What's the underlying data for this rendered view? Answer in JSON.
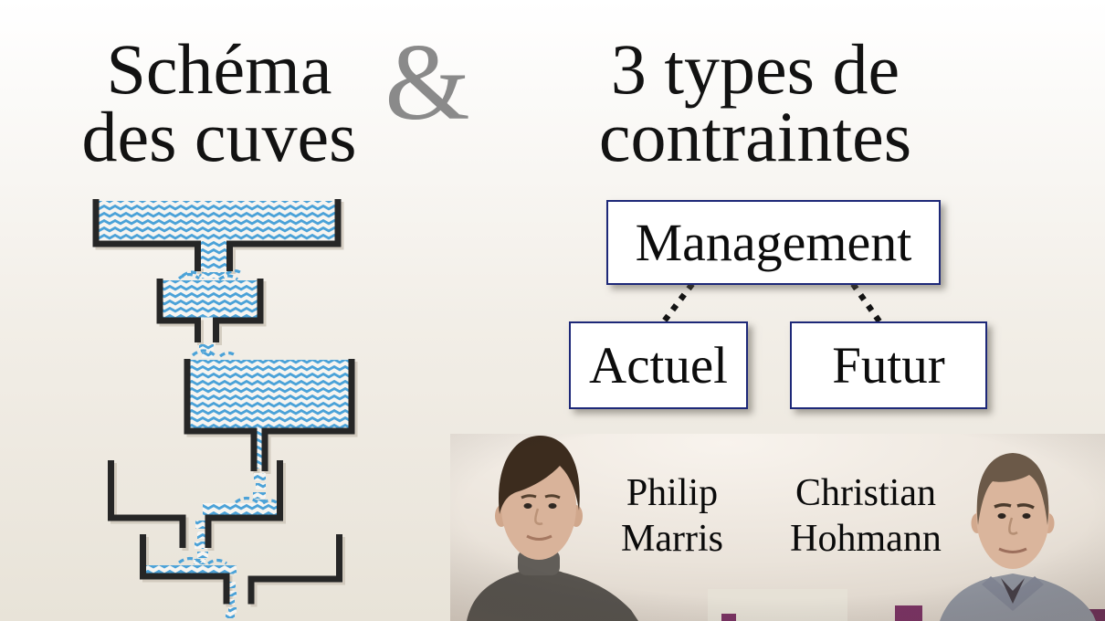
{
  "slide": {
    "left_title": {
      "line1": "Schéma",
      "line2": "des cuves"
    },
    "separator": "&",
    "right_title": {
      "line1": "3 types de",
      "line2": "contraintes"
    },
    "org_chart": {
      "root": "Management",
      "children": [
        {
          "label": "Actuel"
        },
        {
          "label": "Futur"
        }
      ]
    },
    "presenters": [
      {
        "first_name": "Philip",
        "last_name": "Marris"
      },
      {
        "first_name": "Christian",
        "last_name": "Hohmann"
      }
    ],
    "colors": {
      "water_blue": "#4BA2D8",
      "wall_black": "#262626",
      "box_border_navy": "#1D2878",
      "ampersand_gray": "#8A8A8A"
    }
  }
}
